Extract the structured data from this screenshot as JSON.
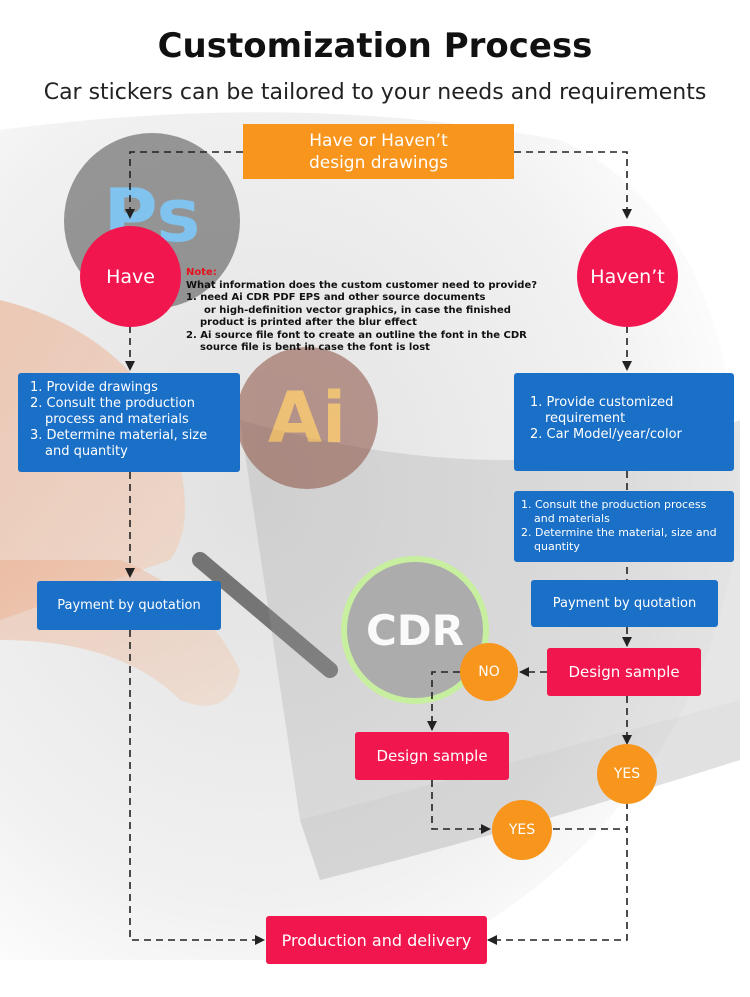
{
  "header": {
    "title": "Customization Process",
    "subtitle": "Car stickers can be tailored to your needs and requirements"
  },
  "start": {
    "line1": "Have or Haven’t",
    "line2": "design drawings"
  },
  "have": {
    "label": "Have"
  },
  "havent": {
    "label": "Haven’t"
  },
  "note": {
    "label": "Note:",
    "question": "What information does the custom customer need to provide?",
    "item1_line1": "1. need Ai CDR PDF EPS and other source documents",
    "item1_line2": "or high-definition vector graphics, in case the finished",
    "item1_line3": "product is printed after the blur effect",
    "item2_line1": "2. Ai source file font to create an outline the font in the CDR",
    "item2_line2": "source file is bent in case the font is lost"
  },
  "left_steps": {
    "items": [
      "1. Provide drawings",
      "2. Consult the production",
      "process and materials",
      "3. Determine material, size",
      "and quantity"
    ]
  },
  "right_steps": {
    "items": [
      "1. Provide customized",
      "requirement",
      "2. Car Model/year/color"
    ]
  },
  "right_consult": {
    "items": [
      "1. Consult the production process",
      "and materials",
      "2. Determine the material, size and",
      "quantity"
    ]
  },
  "left_payment": {
    "label": "Payment by quotation"
  },
  "right_payment": {
    "label": "Payment by quotation"
  },
  "right_design": {
    "label": "Design sample"
  },
  "no": {
    "label": "NO"
  },
  "mid_design": {
    "label": "Design sample"
  },
  "yes_right": {
    "label": "YES"
  },
  "yes_mid": {
    "label": "YES"
  },
  "final": {
    "label": "Production and delivery"
  },
  "logos": {
    "ps": "Ps",
    "ai": "Ai",
    "cdr": "CDR"
  },
  "colors": {
    "orange": "#f7951d",
    "blue": "#1a6fc6",
    "red": "#f2164f"
  }
}
